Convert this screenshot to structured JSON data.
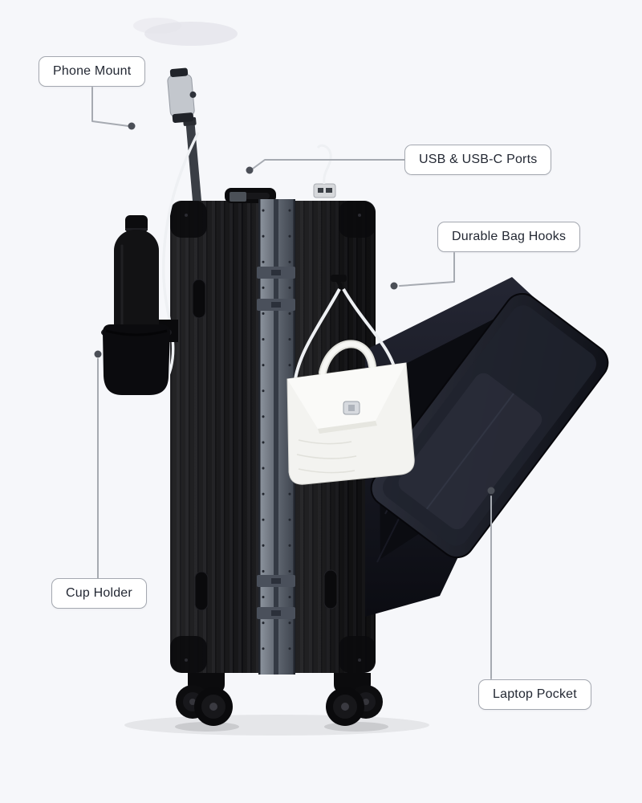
{
  "callouts": [
    {
      "id": "phone-mount",
      "label": "Phone Mount"
    },
    {
      "id": "usb-ports",
      "label": "USB & USB-C Ports"
    },
    {
      "id": "bag-hooks",
      "label": "Durable Bag Hooks"
    },
    {
      "id": "cup-holder",
      "label": "Cup Holder"
    },
    {
      "id": "laptop-pocket",
      "label": "Laptop Pocket"
    }
  ],
  "colors": {
    "background": "#f6f7fa",
    "label_background": "#ffffff",
    "label_border": "#a4a8b0",
    "label_text": "#232833",
    "connector_line": "#a6aab1",
    "connector_dot": "#4b4f57",
    "case_black": "#161618",
    "frame_aluminum": "#646b75",
    "pocket_interior": "#14151d",
    "bag_white": "#f3f3f0",
    "cable_white": "#eef0f3"
  }
}
